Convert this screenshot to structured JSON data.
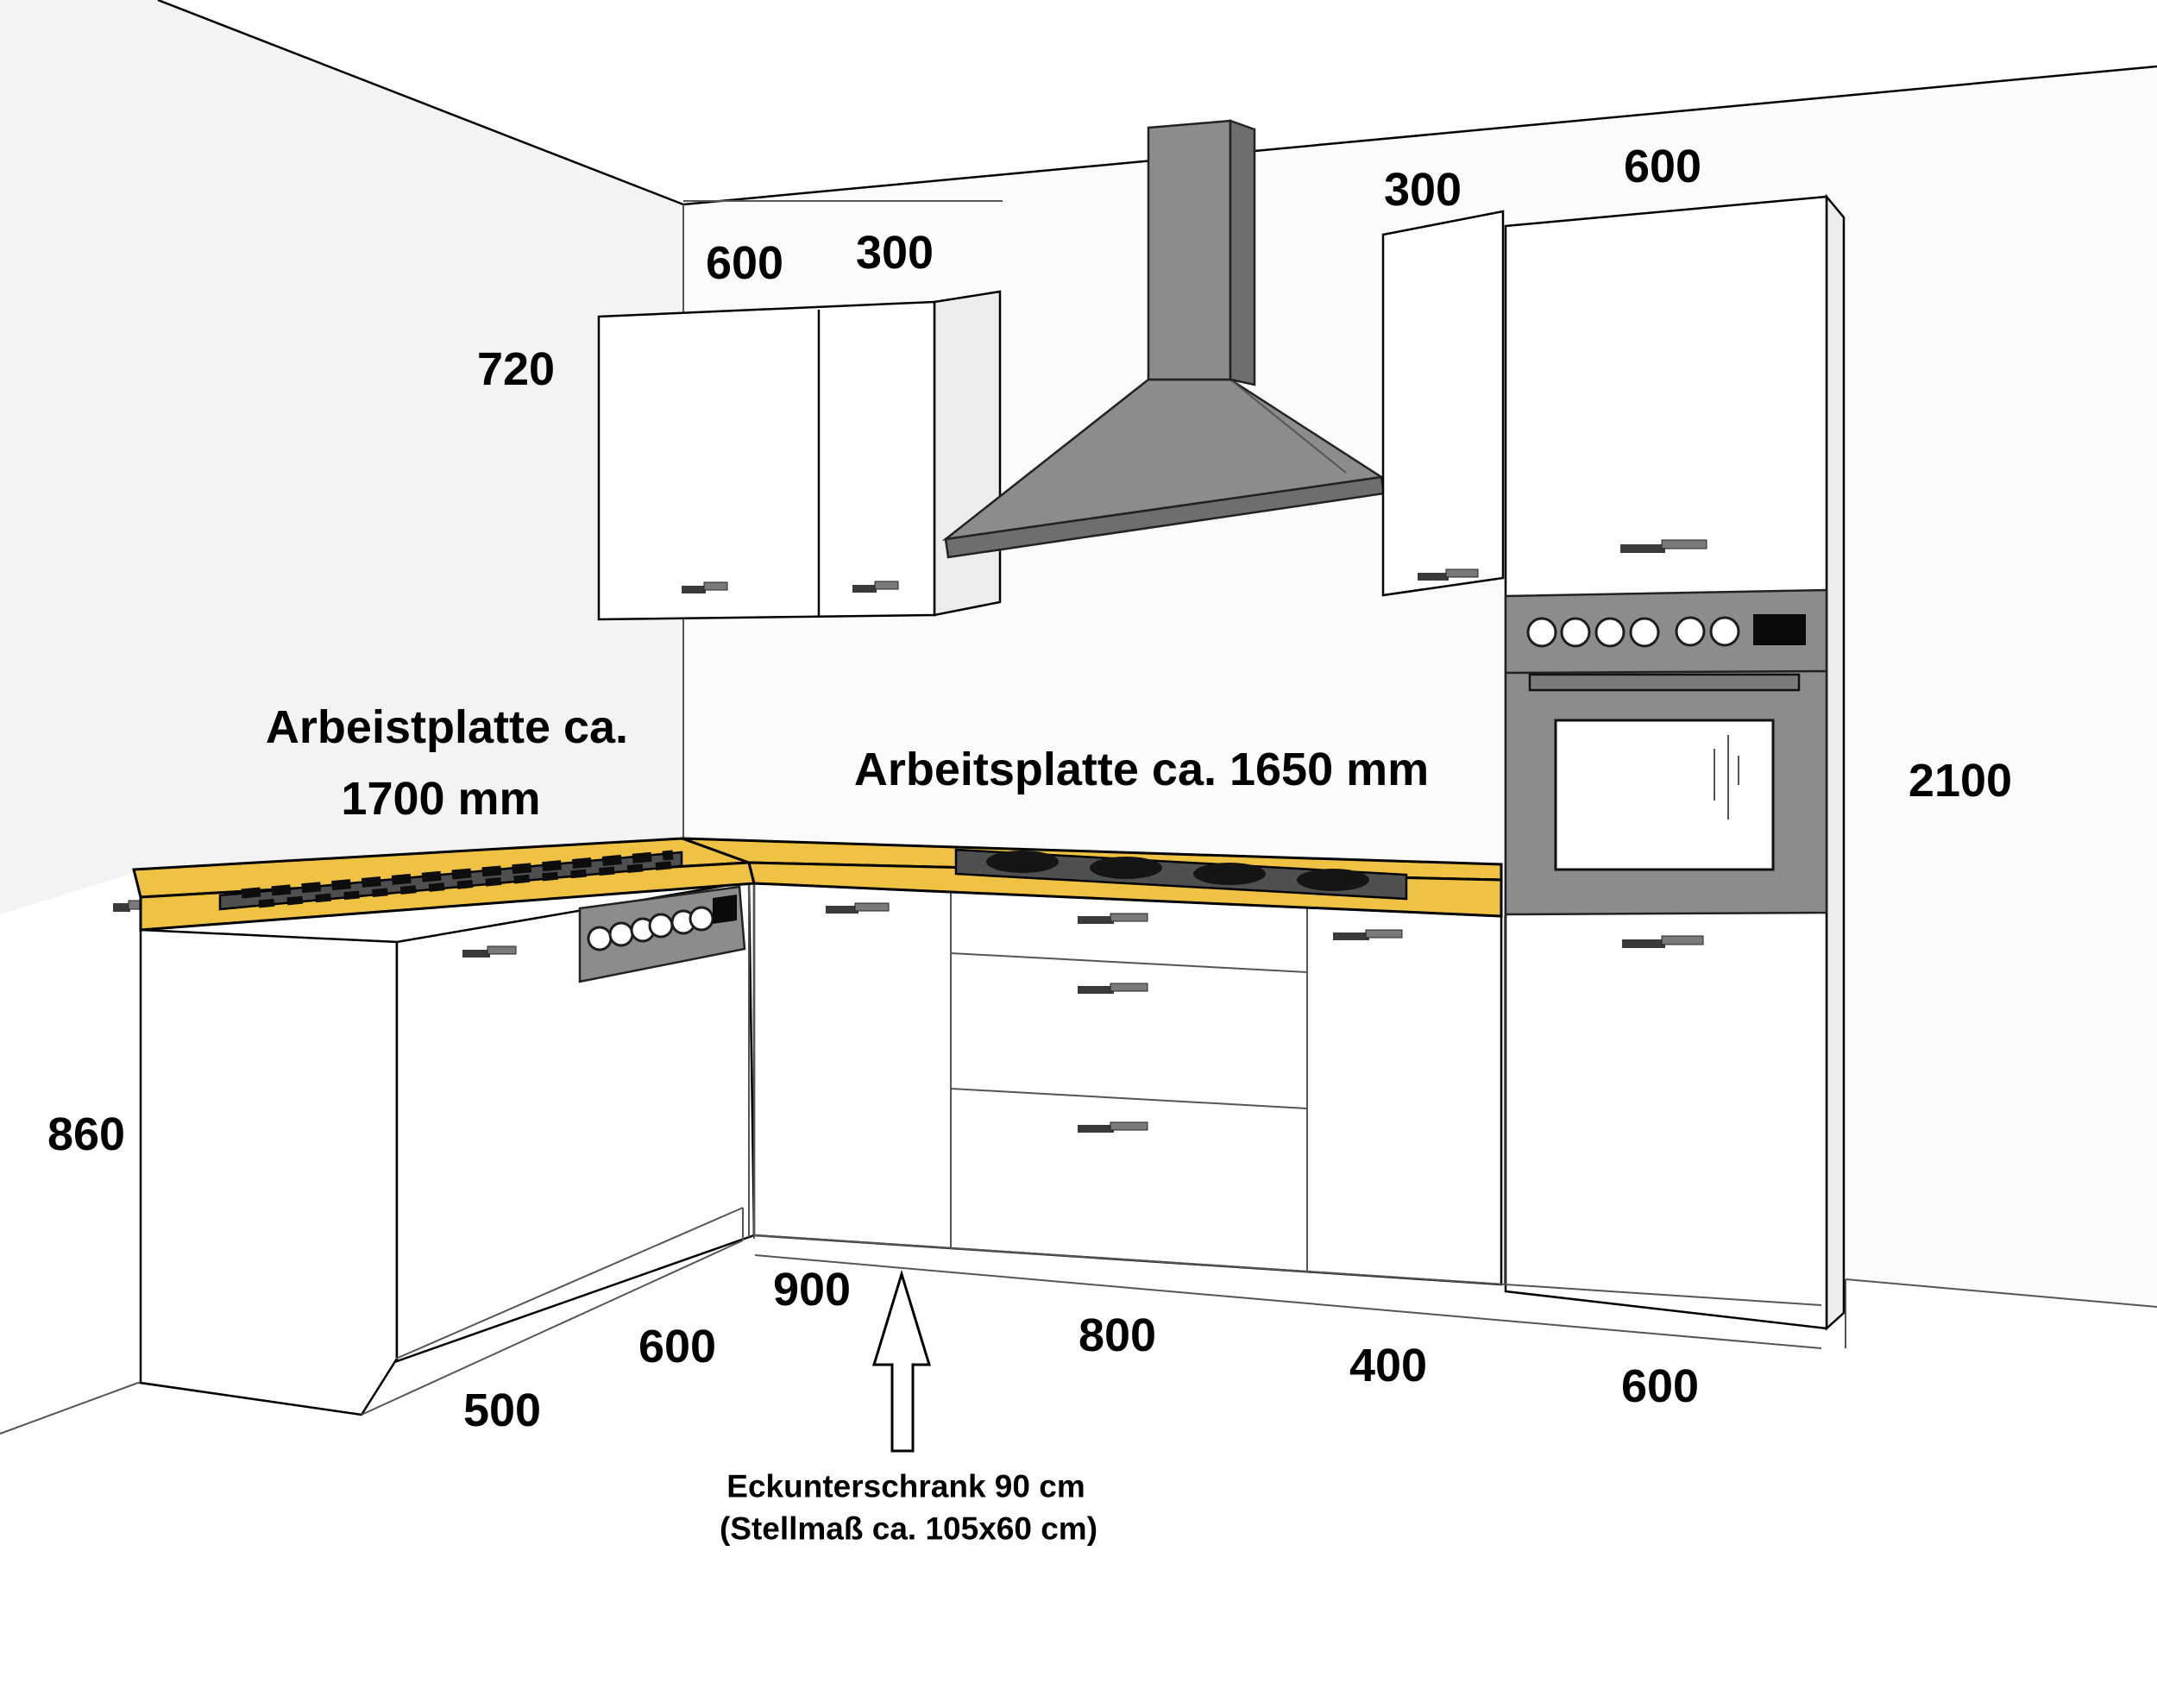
{
  "colors": {
    "line": "#000000",
    "wall_left": "#f3f3f3",
    "wall_right": "#fbfbfb",
    "cabinet_white": "#ffffff",
    "counter_yellow": "#efc243",
    "appliance_gray": "#8c8c8c",
    "appliance_gray_dark": "#6e6e6e",
    "label_text": "#000000"
  },
  "dim_labels": {
    "upper_left_600": "600",
    "upper_left_300": "300",
    "upper_left_height_720": "720",
    "upper_right_300": "300",
    "tall_width_600": "600",
    "tall_height_2100": "2100",
    "base_height_860": "860",
    "base_500": "500",
    "base_600_left": "600",
    "corner_900": "900",
    "drawers_800": "800",
    "base_400": "400",
    "base_600_right": "600"
  },
  "notes": {
    "left_worktop_line1": "Arbeistplatte ca.",
    "left_worktop_line2": "1700 mm",
    "right_worktop": "Arbeitsplatte ca. 1650 mm",
    "corner_note_line1": "Eckunterschrank 90 cm",
    "corner_note_line2": "(Stellmaß ca. 105x60 cm)"
  }
}
